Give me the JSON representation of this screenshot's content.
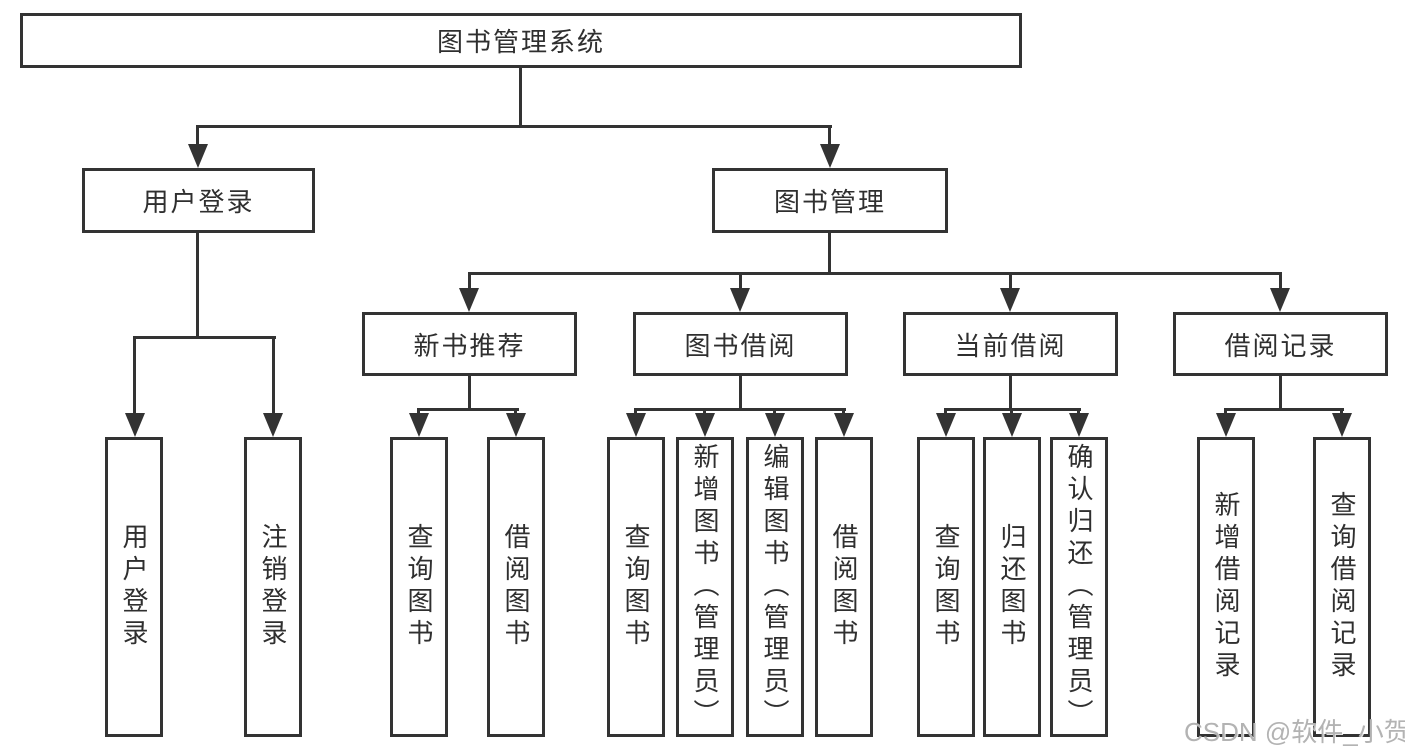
{
  "tree": {
    "root": {
      "label": "图书管理系统"
    },
    "branches": [
      {
        "label": "用户登录",
        "leaves": [
          "用户登录",
          "注销登录"
        ]
      },
      {
        "label": "图书管理",
        "groups": [
          {
            "label": "新书推荐",
            "leaves": [
              "查询图书",
              "借阅图书"
            ]
          },
          {
            "label": "图书借阅",
            "leaves": [
              "查询图书",
              "新增图书（管理员）",
              "编辑图书（管理员）",
              "借阅图书"
            ]
          },
          {
            "label": "当前借阅",
            "leaves": [
              "查询图书",
              "归还图书",
              "确认归还（管理员）"
            ]
          },
          {
            "label": "借阅记录",
            "leaves": [
              "新增借阅记录",
              "查询借阅记录"
            ]
          }
        ]
      }
    ]
  },
  "watermark": {
    "text": "CSDN @软件_小贺同学"
  },
  "colors": {
    "line": "#333333",
    "box_border": "#333333",
    "text": "#2f2f2f",
    "background": "#ffffff",
    "watermark": "#b3b3b3"
  }
}
